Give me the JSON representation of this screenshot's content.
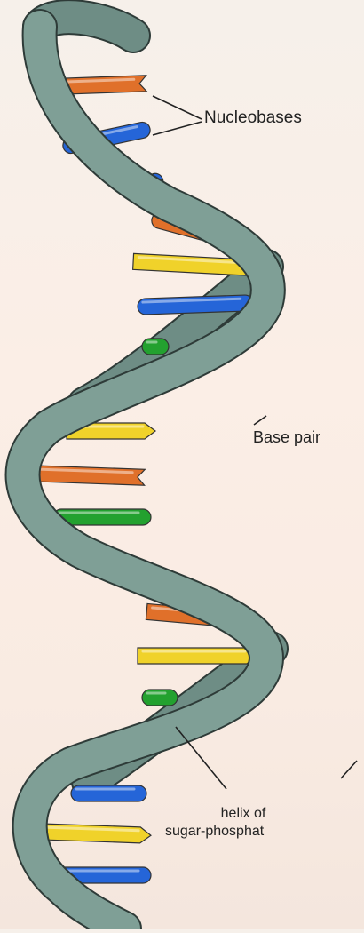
{
  "colors": {
    "background": "#f8ede5",
    "backbone": "#7f9f96",
    "backbone_stroke": "#2e3b38",
    "orange": "#e0702a",
    "blue": "#2565d8",
    "yellow": "#f0d22a",
    "green": "#23a12f"
  },
  "labels": {
    "nucleobases": "Nucleobases",
    "base_pair": "Base pair",
    "helix_line1": "helix of",
    "helix_line2": "sugar-phosphat"
  },
  "bases": [
    {
      "color": "orange",
      "kind": "notch"
    },
    {
      "color": "blue",
      "kind": "cap"
    },
    {
      "color": "blue",
      "kind": "cap"
    },
    {
      "color": "orange",
      "kind": "cap"
    },
    {
      "color": "yellow",
      "kind": "point"
    },
    {
      "color": "blue",
      "kind": "cap"
    },
    {
      "color": "green",
      "kind": "cap"
    },
    {
      "color": "yellow",
      "kind": "point"
    },
    {
      "color": "orange",
      "kind": "notch"
    },
    {
      "color": "green",
      "kind": "cap"
    },
    {
      "color": "blue",
      "kind": "cap"
    },
    {
      "color": "orange",
      "kind": "notch"
    },
    {
      "color": "yellow",
      "kind": "point"
    },
    {
      "color": "green",
      "kind": "cap"
    },
    {
      "color": "blue",
      "kind": "cap"
    },
    {
      "color": "yellow",
      "kind": "point"
    },
    {
      "color": "blue",
      "kind": "cap"
    }
  ]
}
